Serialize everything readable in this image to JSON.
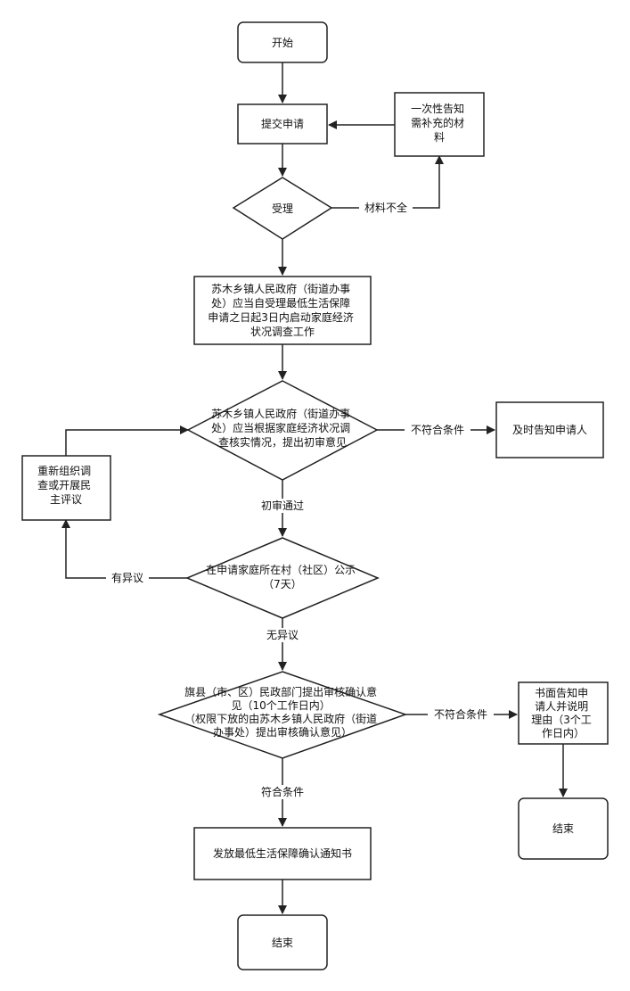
{
  "nodes": {
    "start": {
      "lines": [
        "开始"
      ]
    },
    "submit": {
      "lines": [
        "提交申请"
      ]
    },
    "notify_materials": {
      "lines": [
        "一次性告知",
        "需补充的材",
        "料"
      ]
    },
    "accept": {
      "lines": [
        "受理"
      ]
    },
    "investigate": {
      "lines": [
        "苏木乡镇人民政府（街道办事",
        "处）应当自受理最低生活保障",
        "申请之日起3日内启动家庭经济",
        "状况调查工作"
      ]
    },
    "preliminary": {
      "lines": [
        "苏木乡镇人民政府（街道办事",
        "处）应当根据家庭经济状况调",
        "查核实情况，提出初审意见"
      ]
    },
    "notify_applicant": {
      "lines": [
        "及时告知申请人"
      ]
    },
    "reinvestigate": {
      "lines": [
        "重新组织调",
        "查或开展民",
        "主评议"
      ]
    },
    "publicize": {
      "lines": [
        "在申请家庭所在村（社区）公示",
        "（7天）"
      ]
    },
    "county_review": {
      "lines": [
        "旗县（市、区）民政部门提出审核确认意",
        "见（10个工作日内）",
        "（权限下放的由苏木乡镇人民政府（街道",
        "办事处）提出审核确认意见）"
      ]
    },
    "written_notice": {
      "lines": [
        "书面告知申",
        "请人并说明",
        "理由（3个工",
        "作日内）"
      ]
    },
    "end_right": {
      "lines": [
        "结束"
      ]
    },
    "issue_notice": {
      "lines": [
        "发放最低生活保障确认通知书"
      ]
    },
    "end_main": {
      "lines": [
        "结束"
      ]
    }
  },
  "edge_labels": {
    "materials_incomplete": "材料不全",
    "not_qualified_1": "不符合条件",
    "preliminary_passed": "初审通过",
    "has_objection": "有异议",
    "no_objection": "无异议",
    "not_qualified_2": "不符合条件",
    "qualified": "符合条件"
  }
}
